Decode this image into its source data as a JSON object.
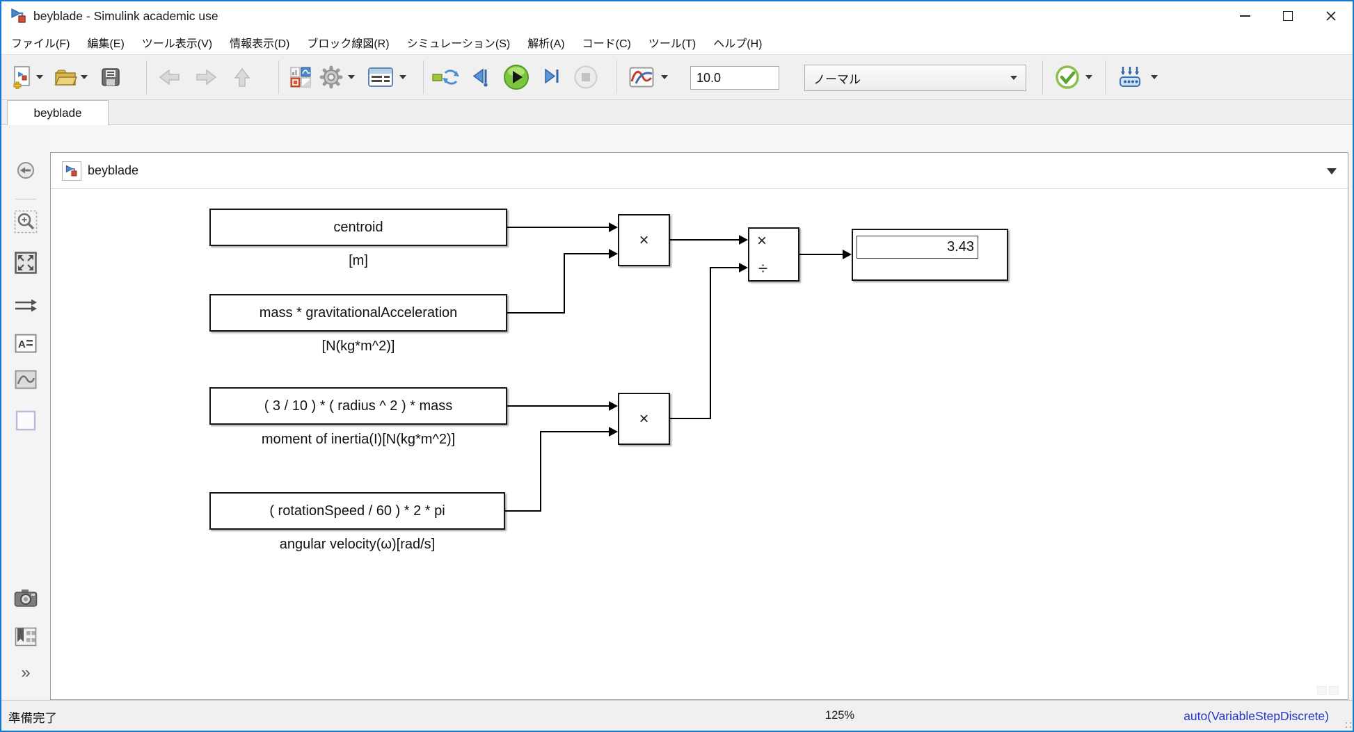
{
  "window": {
    "title": "beyblade - Simulink academic use"
  },
  "menu": {
    "items": [
      {
        "label": "ファイル(F)"
      },
      {
        "label": "編集(E)"
      },
      {
        "label": "ツール表示(V)"
      },
      {
        "label": "情報表示(D)"
      },
      {
        "label": "ブロック線図(R)"
      },
      {
        "label": "シミュレーション(S)"
      },
      {
        "label": "解析(A)"
      },
      {
        "label": "コード(C)"
      },
      {
        "label": "ツール(T)"
      },
      {
        "label": "ヘルプ(H)"
      }
    ]
  },
  "toolbar": {
    "sim_time": "10.0",
    "sim_mode": "ノーマル"
  },
  "tabs": [
    {
      "label": "beyblade"
    }
  ],
  "breadcrumb": {
    "model": "beyblade"
  },
  "sidebar": {
    "expand_glyph": "»"
  },
  "diagram": {
    "blocks": {
      "centroid": {
        "label": "centroid",
        "unit": "[m]"
      },
      "gravity": {
        "label": "mass * gravitationalAcceleration",
        "unit": "[N(kg*m^2)]"
      },
      "inertia": {
        "label": "( 3 / 10 ) * ( radius ^ 2 ) * mass",
        "unit": "moment of inertia(I)[N(kg*m^2)]"
      },
      "omega": {
        "label": "( rotationSpeed / 60 ) * 2 * pi",
        "unit": "angular velocity(ω)[rad/s]"
      },
      "product1": {
        "symbol": "×"
      },
      "product2": {
        "symbol": "×"
      },
      "divide": {
        "multiply_symbol": "×",
        "divide_symbol": "÷"
      },
      "display": {
        "value": "3.43"
      }
    }
  },
  "statusbar": {
    "status": "準備完了",
    "zoom": "125%",
    "solver": "auto(VariableStepDiscrete)"
  },
  "colors": {
    "accent_border": "#0e7ad3",
    "solver_link": "#2836c8",
    "run_green": "#6cbc34",
    "block_red": "#cd4f35",
    "simulink_blue": "#4a86c8"
  }
}
